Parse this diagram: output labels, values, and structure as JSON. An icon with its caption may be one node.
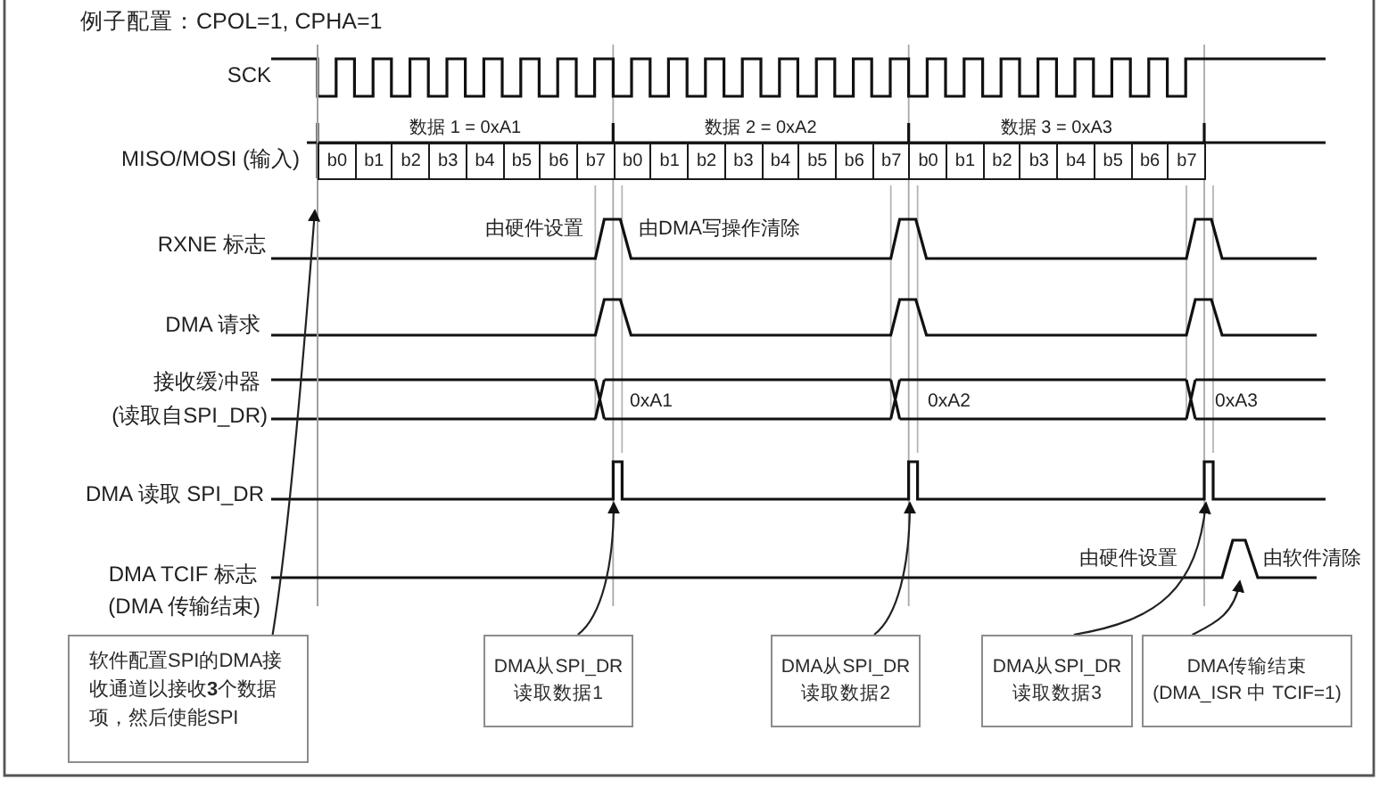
{
  "diagram": {
    "title": "例子配置：CPOL=1, CPHA=1",
    "nodes": [
      {
        "text": [],
        "shape": "line"
      },
      {
        "text": [],
        "shape": "waveform"
      },
      {
        "text": [],
        "shape": "waveform"
      },
      {
        "text": [
          "软件配置SPI的DMA接收通道以接收**3**个数据项，然后使能SPI"
        ]
      },
      {
        "text": [
          "DMA从SPI_DR读取数据1"
        ]
      },
      {
        "text": [
          "DMA从SPI_DR读取数据2"
        ]
      },
      {
        "text": [
          "DMA从SPI_DR读取数据3"
        ]
      },
      {
        "text": [
          "DMA传输结束(DMA_ISR 中 TCIF=1)"
        ]
      }
    ],
    "edges": [
      {
        "from": 3,
        "to": 0,
        "arrow": "to"
      },
      {
        "from": 4,
        "to": 1,
        "arrow": "to"
      },
      {
        "from": 5,
        "to": 1,
        "arrow": "to"
      },
      {
        "from": 6,
        "to": 1,
        "arrow": "to"
      },
      {
        "from": 7,
        "to": 2,
        "arrow": "to"
      }
    ],
    "labels": [
      "SCK",
      "数据 1 = 0xA1",
      "数据 2 = 0xA2",
      "数据 3 = 0xA3",
      "MISO/MOSI (输入)",
      "b0",
      "b1",
      "b2",
      "b3",
      "b4",
      "b5",
      "b6",
      "b7",
      "b0",
      "b1",
      "b2",
      "b3",
      "b4",
      "b5",
      "b6",
      "b7",
      "b0",
      "b1",
      "b2",
      "b3",
      "b4",
      "b5",
      "b6",
      "b7",
      "由硬件设置",
      "由DMA写操作清除",
      "RXNE 标志",
      "DMA 请求",
      "接收缓冲器",
      "0xA1",
      "0xA2",
      "0xA3",
      "(读取自SPI_DR)",
      "DMA 读取 SPI_DR",
      "由硬件设置",
      "由软件清除",
      "DMA TCIF 标志",
      "(DMA 传输结束)"
    ]
  }
}
